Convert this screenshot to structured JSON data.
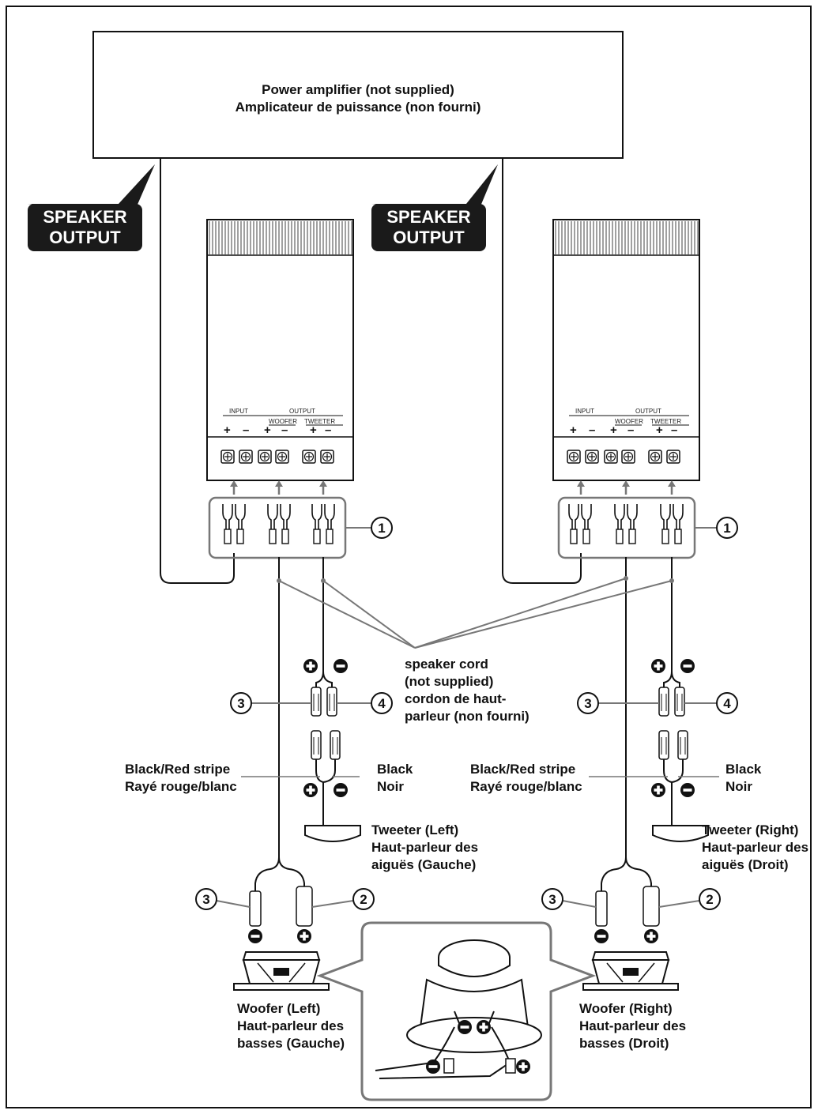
{
  "amplifier": {
    "line1": "Power amplifier (not supplied)",
    "line2": "Amplicateur de puissance (non fourni)"
  },
  "callouts": {
    "left": {
      "line1": "SPEAKER",
      "line2": "OUTPUT"
    },
    "right": {
      "line1": "SPEAKER",
      "line2": "OUTPUT"
    }
  },
  "crossover": {
    "input_label": "INPUT",
    "output_label": "OUTPUT",
    "woofer_label": "WOOFER",
    "tweeter_label": "TWEETER",
    "plus": "+",
    "minus": "–"
  },
  "markers": {
    "one": "1",
    "two": "2",
    "three": "3",
    "four": "4"
  },
  "speaker_cord": {
    "line1": "speaker cord",
    "line2": "(not supplied)",
    "line3": "cordon de haut-",
    "line4": "parleur (non fourni)"
  },
  "wire_colors": {
    "left_stripe_en": "Black/Red stripe",
    "left_stripe_fr": "Rayé rouge/blanc",
    "left_black_en": "Black",
    "left_black_fr": "Noir",
    "right_stripe_en": "Black/Red stripe",
    "right_stripe_fr": "Rayé rouge/blanc",
    "right_black_en": "Black",
    "right_black_fr": "Noir"
  },
  "tweeters": {
    "left": {
      "line1": "Tweeter (Left)",
      "line2": "Haut-parleur des",
      "line3": "aiguës (Gauche)"
    },
    "right": {
      "line1": "Tweeter (Right)",
      "line2": "Haut-parleur des",
      "line3": "aiguës (Droit)"
    }
  },
  "woofers": {
    "left": {
      "line1": "Woofer (Left)",
      "line2": "Haut-parleur des",
      "line3": "basses (Gauche)"
    },
    "right": {
      "line1": "Woofer (Right)",
      "line2": "Haut-parleur des",
      "line3": "basses (Droit)"
    }
  },
  "colors": {
    "line": "#111111",
    "gray": "#777777",
    "callout_bg": "#1a1a1a"
  }
}
